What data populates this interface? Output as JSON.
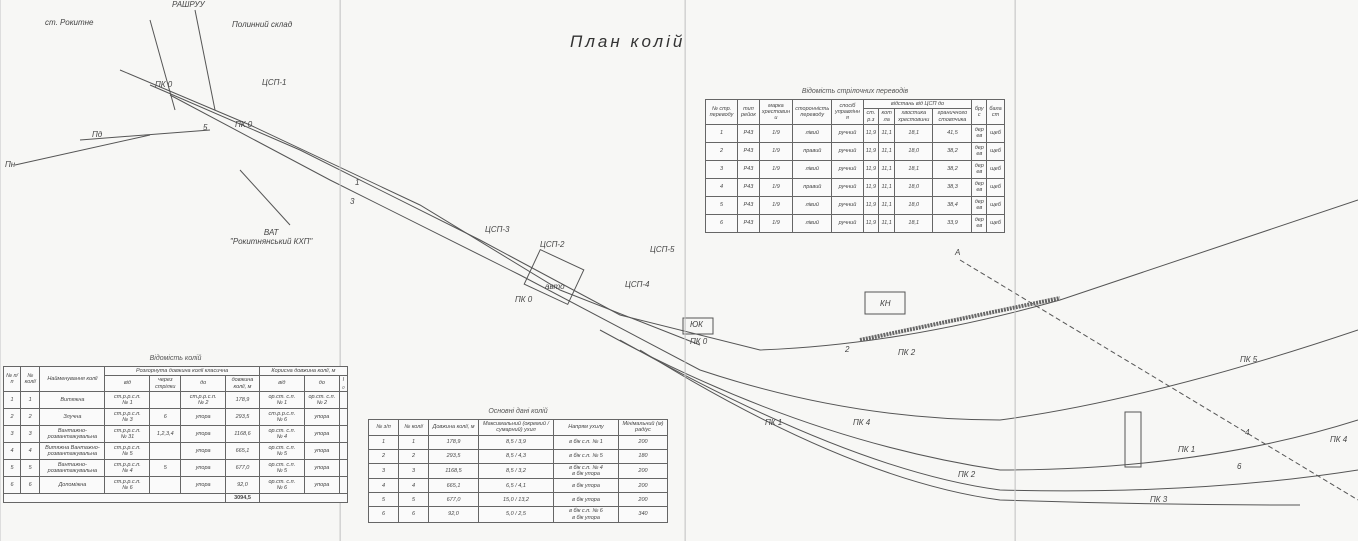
{
  "title": "План колій",
  "labels": {
    "station": "ст. Рокитне",
    "north": "Пн",
    "south": "Пд",
    "enterprise": "ВАТ\n\"Рокитнянський КХП\"",
    "warehouse": "Полинний склад",
    "top_code": "РАШРУУ",
    "kn": "КН",
    "yuk": "ЮК",
    "avto": "авто",
    "pk": [
      "ПК 0",
      "ПК 0",
      "ПК 0",
      "ПК 0",
      "ПК 1",
      "ПК 1",
      "ПК 2",
      "ПК 2",
      "ПК 3",
      "ПК 4",
      "ПК 4",
      "ПК 5"
    ],
    "csp": [
      "ЦСП-1",
      "ЦСП-3",
      "ЦСП-2",
      "ЦСП-4",
      "ЦСП-5"
    ],
    "track_numbers": [
      "1",
      "2",
      "3",
      "4",
      "5",
      "6"
    ],
    "a": "A"
  },
  "turnouts": {
    "caption": "Відомість стрілочних переводів",
    "headers": [
      "№ стр. переводу",
      "тип рейок",
      "марка хрестовини",
      "сторонність переводу",
      "спосіб управління",
      "відстань від ЦСП до",
      "ст.р.з",
      "котла",
      "хвостика хрестовини",
      "граничного стовпчика",
      "брус",
      "баласт"
    ],
    "rows": [
      [
        "1",
        "Р43",
        "1/9",
        "лівий",
        "ручний",
        "11,9",
        "11,1",
        "18,1",
        "41,5",
        "дерев",
        "щеб"
      ],
      [
        "2",
        "Р43",
        "1/9",
        "правий",
        "ручний",
        "11,9",
        "11,1",
        "18,0",
        "38,2",
        "дерев",
        "щеб"
      ],
      [
        "3",
        "Р43",
        "1/9",
        "лівий",
        "ручний",
        "11,9",
        "11,1",
        "18,1",
        "38,2",
        "дерев",
        "щеб"
      ],
      [
        "4",
        "Р43",
        "1/9",
        "правий",
        "ручний",
        "11,9",
        "11,1",
        "18,0",
        "38,3",
        "дерев",
        "щеб"
      ],
      [
        "5",
        "Р43",
        "1/9",
        "лівий",
        "ручний",
        "11,9",
        "11,1",
        "18,0",
        "38,4",
        "дерев",
        "щеб"
      ],
      [
        "6",
        "Р43",
        "1/9",
        "лівий",
        "ручний",
        "11,9",
        "11,1",
        "18,1",
        "33,9",
        "дерев",
        "щеб"
      ]
    ]
  },
  "tracks": {
    "caption": "Відомість колій",
    "headers": [
      "№ п/п",
      "№ колії",
      "Найменування колії",
      "Розгорнута довжина колії класична",
      "від",
      "через стрілки",
      "до",
      "довжина колії, м",
      "Корисна довжина колії, м",
      "від",
      "до",
      "l₀"
    ],
    "rows": [
      [
        "1",
        "1",
        "Витяжна",
        "ст.р.р.с.п.\n№ 1",
        "",
        "ст.р.р.с.п.\n№ 2",
        "178,9",
        "ор.ст. с.п.\n№ 1",
        "ор.ст. с.п.\n№ 2",
        ""
      ],
      [
        "2",
        "2",
        "Злучна",
        "ст.р.р.с.п.\n№ 3",
        "6",
        "упора",
        "293,5",
        "ст.р.р.с.п.\n№ 6",
        "упора",
        ""
      ],
      [
        "3",
        "3",
        "Вантажно-\nрозвантажувальна",
        "ст.р.р.с.п.\n№ 31",
        "1,2,3,4",
        "упора",
        "1168,6",
        "ор.ст. с.п.\n№ 4",
        "упора",
        ""
      ],
      [
        "4",
        "4",
        "Витяжна Вантажно-\nрозвантажувальна",
        "ст.р.р.с.п.\n№ 5",
        "",
        "упора",
        "665,1",
        "ор.ст. с.п.\n№ 5",
        "упора",
        ""
      ],
      [
        "5",
        "5",
        "Вантажно-\nрозвантажувальна",
        "ст.р.р.с.п.\n№ 4",
        "5",
        "упора",
        "677,0",
        "ор.ст. с.п.\n№ 5",
        "упора",
        ""
      ],
      [
        "6",
        "6",
        "Допоміжна",
        "ст.р.р.с.п.\n№ 6",
        "",
        "упора",
        "92,0",
        "ор.ст. с.п.\n№ 6",
        "упора",
        ""
      ]
    ],
    "total": "3094,5"
  },
  "main": {
    "caption": "Основні дані колій",
    "headers": [
      "№ з/п",
      "№ колії",
      "Довжина колії, м",
      "Максимальний (окремий / сумарний) ухил",
      "Напрям ухилу",
      "Мінімальний (м) радіус"
    ],
    "rows": [
      [
        "1",
        "1",
        "178,9",
        "8,5  /  3,9",
        "в бік  с.п. № 1",
        "200"
      ],
      [
        "2",
        "2",
        "293,5",
        "8,5  /  4,3",
        "в бік  с.п. № 5",
        "180"
      ],
      [
        "3",
        "3",
        "1168,5",
        "8,5  /  3,2",
        "в бік  с.п. № 4\nв бік  упора",
        "200"
      ],
      [
        "4",
        "4",
        "665,1",
        "6,5  /  4,1",
        "в бік  упора",
        "200"
      ],
      [
        "5",
        "5",
        "677,0",
        "15,0  /  13,2",
        "в бік  упора",
        "200"
      ],
      [
        "6",
        "6",
        "92,0",
        "5,0  /  2,5",
        "в бік  с.п. № 6\nв бік  упора",
        "340"
      ]
    ]
  }
}
